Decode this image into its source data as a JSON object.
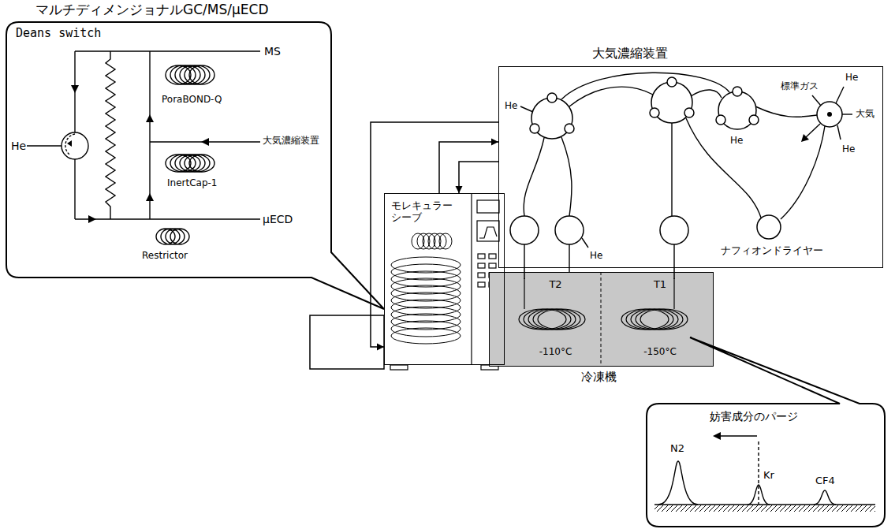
{
  "diagram": {
    "nodes": [
      {
        "text": [
          "Deans switch"
        ]
      },
      {
        "text": [
          "大気濃縮装置"
        ]
      },
      {
        "text": [
          "ナフィオンドライヤー"
        ],
        "in": 1
      },
      {
        "text": [
          "モレキュラー シーブ"
        ]
      },
      {
        "text": [
          "冷凍機"
        ]
      },
      {
        "text": [
          "T2",
          "-110°C"
        ],
        "in": 4
      },
      {
        "text": [
          "T1",
          "-150°C"
        ],
        "in": 4
      },
      {
        "text": [
          "妨害成分のパージ"
        ]
      }
    ],
    "edges": [
      {
        "from": 1,
        "to": 3,
        "arrow": "to"
      },
      {
        "from": 3,
        "to": 1,
        "arrow": "to"
      },
      {
        "from": 1,
        "to": 3,
        "arrow": "to"
      },
      {
        "from": 5,
        "to": 1,
        "arrow": "none"
      },
      {
        "from": 6,
        "to": 1,
        "arrow": "none"
      }
    ],
    "labels": [
      "マルチディメンジョナルGC/MS/μECD",
      "He",
      "MS",
      "PoraBOND-Q",
      "大気濃縮装置",
      "InertCap-1",
      "μECD",
      "Restrictor",
      "He",
      "He",
      "標準ガス",
      "He",
      "大気",
      "He",
      "He",
      "N2",
      "Kr",
      "CF4"
    ]
  }
}
